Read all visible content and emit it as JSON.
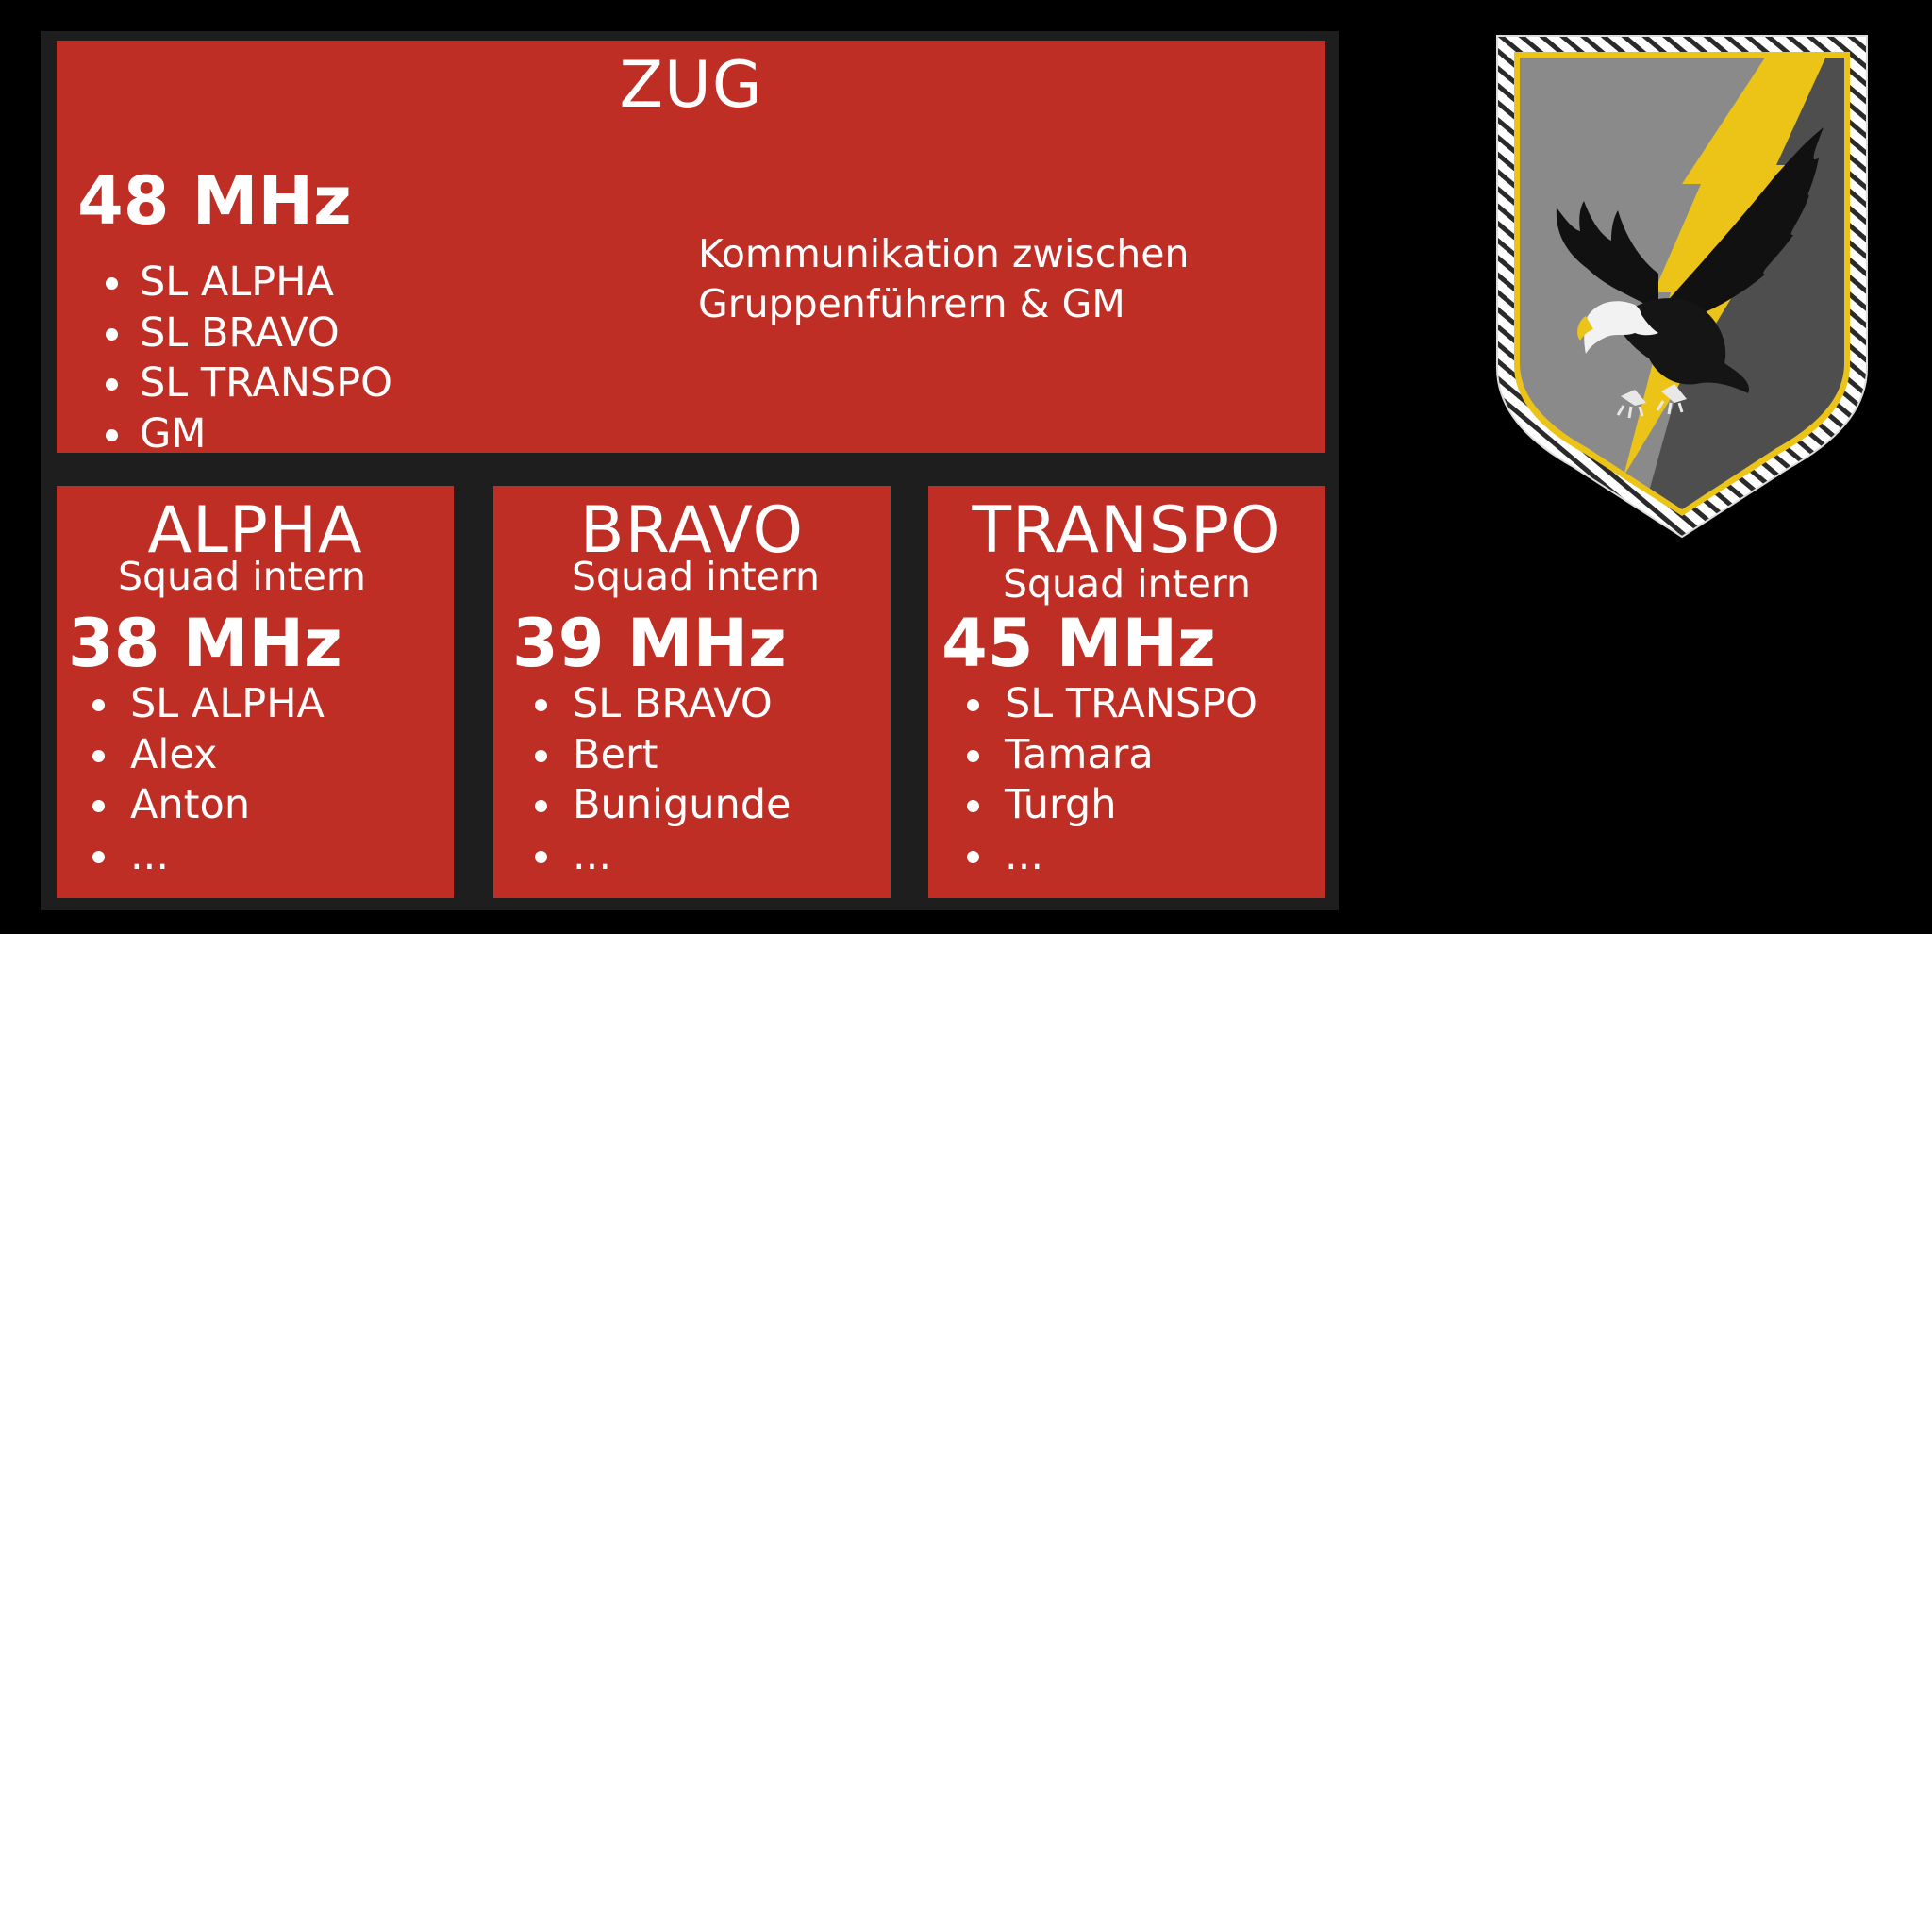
{
  "zug": {
    "title": "ZUG",
    "frequency": "48 MHz",
    "members": [
      "SL ALPHA",
      "SL BRAVO",
      "SL TRANSPO",
      "GM"
    ],
    "description_line1": "Kommunikation zwischen",
    "description_line2": "Gruppenführern & GM"
  },
  "squads": [
    {
      "title": "ALPHA",
      "subtitle": "Squad intern",
      "frequency": "38 MHz",
      "members": [
        "SL ALPHA",
        "Alex",
        "Anton",
        "..."
      ]
    },
    {
      "title": "BRAVO",
      "subtitle": "Squad intern",
      "frequency": "39 MHz",
      "members": [
        "SL BRAVO",
        "Bert",
        "Bunigunde",
        "..."
      ]
    },
    {
      "title": "TRANSPO",
      "subtitle": "Squad intern",
      "frequency": "45 MHz",
      "members": [
        "SL TRANSPO",
        "Tamara",
        "Turgh",
        "..."
      ]
    }
  ],
  "colors": {
    "panel": "#be2e25",
    "board": "#1e1e1e",
    "background": "#000000",
    "text": "#ffffff",
    "crest_gold": "#ecc417"
  },
  "icons": [
    "eagle-crest-icon"
  ]
}
